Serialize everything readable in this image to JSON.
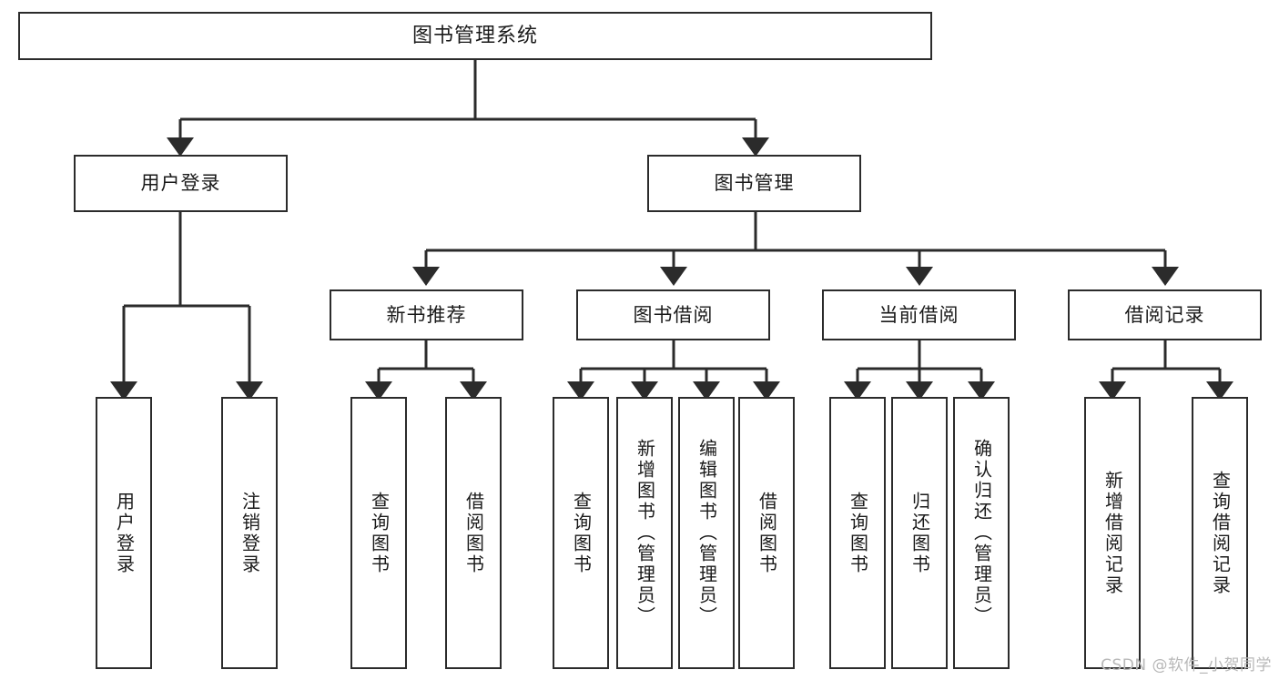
{
  "diagram": {
    "title": "图书管理系统",
    "type": "tree",
    "watermark": "CSDN @软件_小贺同学",
    "line_color": "#2b2b2b",
    "box_fill": "#ffffff",
    "text_color": "#1a1a1a",
    "root": {
      "label": "图书管理系统"
    },
    "level2": [
      {
        "label": "用户登录"
      },
      {
        "label": "图书管理"
      }
    ],
    "level3": [
      {
        "label": "新书推荐"
      },
      {
        "label": "图书借阅"
      },
      {
        "label": "当前借阅"
      },
      {
        "label": "借阅记录"
      }
    ],
    "leaves": {
      "user_login": [
        {
          "label": "用户登录"
        },
        {
          "label": "注销登录"
        }
      ],
      "new_book_recommend": [
        {
          "label": "查询图书"
        },
        {
          "label": "借阅图书"
        }
      ],
      "book_borrow": [
        {
          "label": "查询图书"
        },
        {
          "label": "新增图书（管理员）"
        },
        {
          "label": "编辑图书（管理员）"
        },
        {
          "label": "借阅图书"
        }
      ],
      "current_borrow": [
        {
          "label": "查询图书"
        },
        {
          "label": "归还图书"
        },
        {
          "label": "确认归还（管理员）"
        }
      ],
      "borrow_record": [
        {
          "label": "新增借阅记录"
        },
        {
          "label": "查询借阅记录"
        }
      ]
    }
  }
}
